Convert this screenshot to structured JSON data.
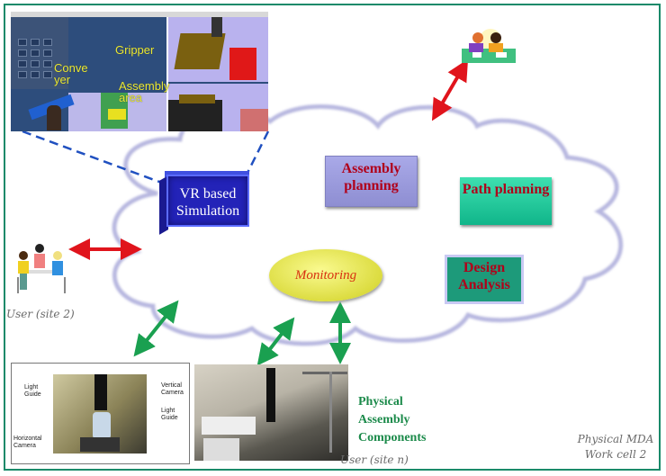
{
  "vr_screenshot": {
    "labels": [
      "Conve\nyer",
      "Gripper",
      "Assembly\narea"
    ]
  },
  "nodes": {
    "vr_simulation": "VR based Simulation",
    "assembly_planning": "Assembly planning",
    "path_planning": "Path planning",
    "design_analysis": "Design Analysis",
    "monitoring": "Monitoring"
  },
  "users": {
    "site2": "User (site 2)",
    "siten": "User (site n)"
  },
  "physical": {
    "line1": "Physical",
    "line2": "Assembly",
    "line3": "Components"
  },
  "photo_labels": {
    "light_guide_left": "Light Guide",
    "vertical_camera": "Vertical Camera",
    "light_guide_right": "Light Guide",
    "horizontal_camera": "Horizontal Camera"
  },
  "workcell": {
    "line1": "Physical MDA",
    "line2": "Work cell 2"
  },
  "colors": {
    "frame": "#1a8a6a",
    "red_arrow": "#e0141c",
    "green_arrow": "#1aa050",
    "cloud_outline": "#b8b8e0"
  }
}
